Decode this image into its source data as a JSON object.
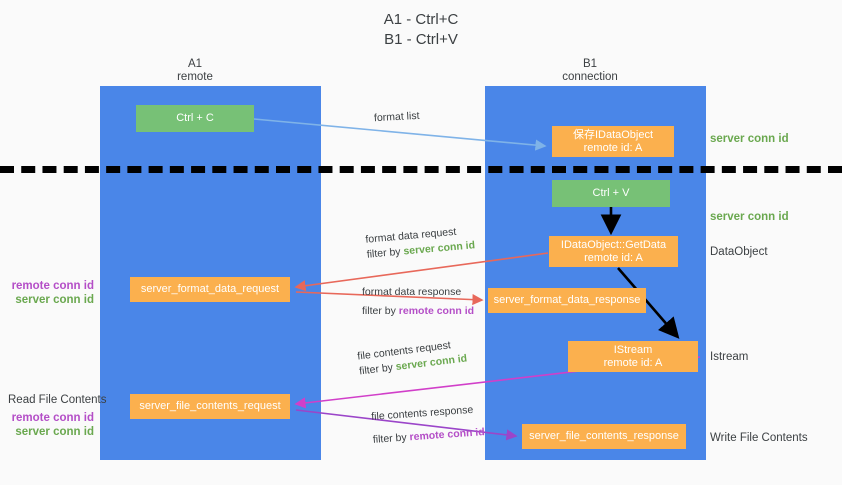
{
  "title": {
    "line1": "A1 - Ctrl+C",
    "line2": "B1 - Ctrl+V"
  },
  "lanes": {
    "a": {
      "name": "A1",
      "role": "remote"
    },
    "b": {
      "name": "B1",
      "role": "connection"
    }
  },
  "boxes": {
    "ctrl_c": {
      "label": "Ctrl + C",
      "color": "#77c176"
    },
    "save_dataobject": {
      "line1": "保存IDataObject",
      "line2": "remote id: A",
      "color": "#fbb04e"
    },
    "ctrl_v": {
      "label": "Ctrl + V",
      "color": "#77c176"
    },
    "getdata": {
      "line1": "IDataObject::GetData",
      "line2": "remote id: A",
      "color": "#fbb04e"
    },
    "format_data_request": {
      "label": "server_format_data_request",
      "color": "#fbb04e"
    },
    "format_data_response": {
      "label": "server_format_data_response",
      "color": "#fbb04e"
    },
    "istream": {
      "line1": "IStream",
      "line2": "remote id: A",
      "color": "#fbb04e"
    },
    "file_contents_request": {
      "label": "server_file_contents_request",
      "color": "#fbb04e"
    },
    "file_contents_response": {
      "label": "server_file_contents_response",
      "color": "#fbb04e"
    }
  },
  "edges": {
    "format_list": {
      "label": "format list"
    },
    "format_data_request": {
      "label": "format data request",
      "filter_prefix": "filter by ",
      "filter_value": "server conn id"
    },
    "format_data_response": {
      "label": "format data response",
      "filter_prefix": "filter by ",
      "filter_value": "remote conn id"
    },
    "file_contents_request": {
      "label": "file contents request",
      "filter_prefix": "filter by ",
      "filter_value": "server conn id"
    },
    "file_contents_response": {
      "label": "file contents response",
      "filter_prefix": "filter by ",
      "filter_value": "remote conn id"
    }
  },
  "side_labels": {
    "server_conn_id_top": "server conn id",
    "server_conn_id_mid": "server conn id",
    "dataobject": "DataObject",
    "istream": "Istream",
    "write_file_contents": "Write File Contents"
  },
  "left_labels": {
    "conn_upper_remote": "remote conn id",
    "conn_upper_server": "server conn id",
    "read_file_contents": "Read File Contents",
    "conn_lower_remote": "remote conn id",
    "conn_lower_server": "server conn id"
  },
  "colors": {
    "lane": "#4a86e8",
    "green_box": "#77c176",
    "orange_box": "#fbb04e",
    "server_conn_id": "#6aa84f",
    "remote_conn_id": "#b44ec7",
    "arrow_blue": "#7fb3e8",
    "arrow_red": "#e8685a",
    "arrow_magenta": "#d13fc9",
    "arrow_purple": "#9b45c9",
    "arrow_black": "#000000",
    "background": "#fafafa"
  }
}
